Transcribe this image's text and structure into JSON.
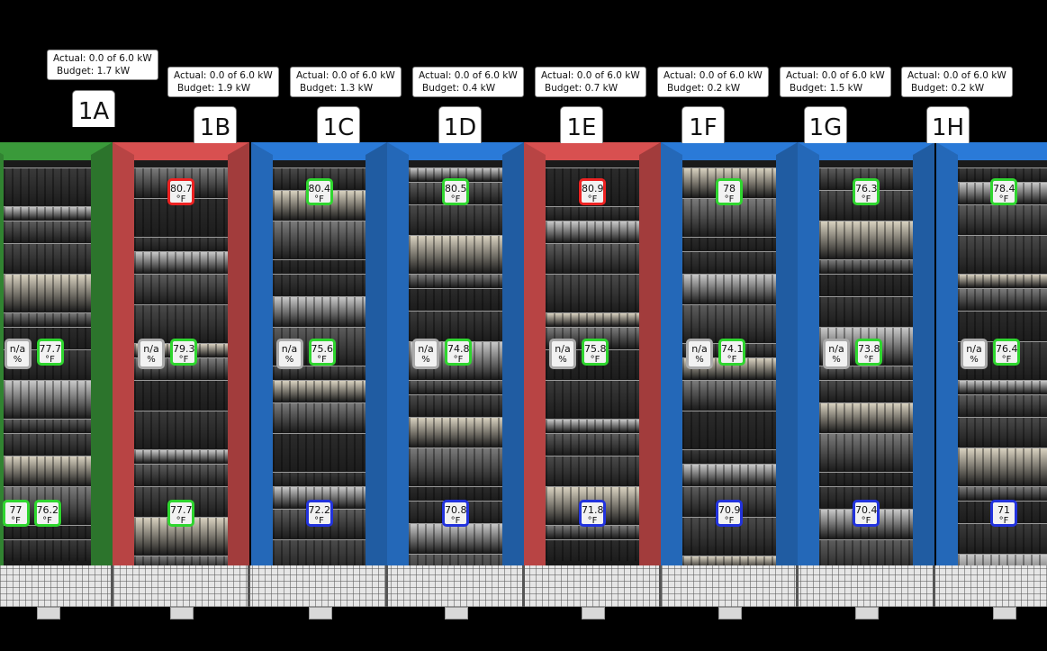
{
  "racks": [
    {
      "id": "rack-1a",
      "label": "1A",
      "actual": "Actual: 0.0 of 6.0 kW",
      "budget": "Budget: 1.7 kW",
      "color": "#3a9a3a",
      "top": {
        "value": "",
        "unit": "",
        "state": "none"
      },
      "mid_humidity": "n/a",
      "mid_humidity_unit": "%",
      "mid": {
        "value": "77.7",
        "unit": "°F",
        "state": "green"
      },
      "bottom_left": {
        "value": "77",
        "unit": "°F",
        "state": "green"
      },
      "bottom": {
        "value": "76.2",
        "unit": "°F",
        "state": "green"
      }
    },
    {
      "id": "rack-1b",
      "label": "1B",
      "actual": "Actual: 0.0 of 6.0 kW",
      "budget": "Budget: 1.9 kW",
      "color": "#d85050",
      "top": {
        "value": "80.7",
        "unit": "°F",
        "state": "red"
      },
      "mid_humidity": "n/a",
      "mid_humidity_unit": "%",
      "mid": {
        "value": "79.3",
        "unit": "°F",
        "state": "green"
      },
      "bottom": {
        "value": "77.7",
        "unit": "°F",
        "state": "green"
      }
    },
    {
      "id": "rack-1c",
      "label": "1C",
      "actual": "Actual: 0.0 of 6.0 kW",
      "budget": "Budget: 1.3 kW",
      "color": "#2a7ad8",
      "top": {
        "value": "80.4",
        "unit": "°F",
        "state": "green"
      },
      "mid_humidity": "n/a",
      "mid_humidity_unit": "%",
      "mid": {
        "value": "75.6",
        "unit": "°F",
        "state": "green"
      },
      "bottom": {
        "value": "72.2",
        "unit": "°F",
        "state": "blue"
      }
    },
    {
      "id": "rack-1d",
      "label": "1D",
      "actual": "Actual: 0.0 of 6.0 kW",
      "budget": "Budget: 0.4 kW",
      "color": "#2a7ad8",
      "top": {
        "value": "80.5",
        "unit": "°F",
        "state": "green"
      },
      "mid_humidity": "n/a",
      "mid_humidity_unit": "%",
      "mid": {
        "value": "74.8",
        "unit": "°F",
        "state": "green"
      },
      "bottom": {
        "value": "70.8",
        "unit": "°F",
        "state": "blue"
      }
    },
    {
      "id": "rack-1e",
      "label": "1E",
      "actual": "Actual: 0.0 of 6.0 kW",
      "budget": "Budget: 0.7 kW",
      "color": "#d85050",
      "top": {
        "value": "80.9",
        "unit": "°F",
        "state": "red"
      },
      "mid_humidity": "n/a",
      "mid_humidity_unit": "%",
      "mid": {
        "value": "75.8",
        "unit": "°F",
        "state": "green"
      },
      "bottom": {
        "value": "71.8",
        "unit": "°F",
        "state": "blue"
      }
    },
    {
      "id": "rack-1f",
      "label": "1F",
      "actual": "Actual: 0.0 of 6.0 kW",
      "budget": "Budget: 0.2 kW",
      "color": "#2a7ad8",
      "top": {
        "value": "78",
        "unit": "°F",
        "state": "green"
      },
      "mid_humidity": "n/a",
      "mid_humidity_unit": "%",
      "mid": {
        "value": "74.1",
        "unit": "°F",
        "state": "green"
      },
      "bottom": {
        "value": "70.9",
        "unit": "°F",
        "state": "blue"
      }
    },
    {
      "id": "rack-1g",
      "label": "1G",
      "actual": "Actual: 0.0 of 6.0 kW",
      "budget": "Budget: 1.5 kW",
      "color": "#2a7ad8",
      "top": {
        "value": "76.3",
        "unit": "°F",
        "state": "green"
      },
      "mid_humidity": "n/a",
      "mid_humidity_unit": "%",
      "mid": {
        "value": "73.8",
        "unit": "°F",
        "state": "green"
      },
      "bottom": {
        "value": "70.4",
        "unit": "°F",
        "state": "blue"
      }
    },
    {
      "id": "rack-1h",
      "label": "1H",
      "actual": "Actual: 0.0 of 6.0 kW",
      "budget": "Budget: 0.2 kW",
      "color": "#2a7ad8",
      "top": {
        "value": "78.4",
        "unit": "°F",
        "state": "green"
      },
      "mid_humidity": "n/a",
      "mid_humidity_unit": "%",
      "mid": {
        "value": "76.4",
        "unit": "°F",
        "state": "green"
      },
      "bottom": {
        "value": "71",
        "unit": "°F",
        "state": "blue"
      }
    }
  ],
  "colors": {
    "background": "#000000",
    "status_green": "#2fd62f",
    "status_red": "#ee2222",
    "status_blue": "#2233dd",
    "floor": "#e6e6e6"
  }
}
